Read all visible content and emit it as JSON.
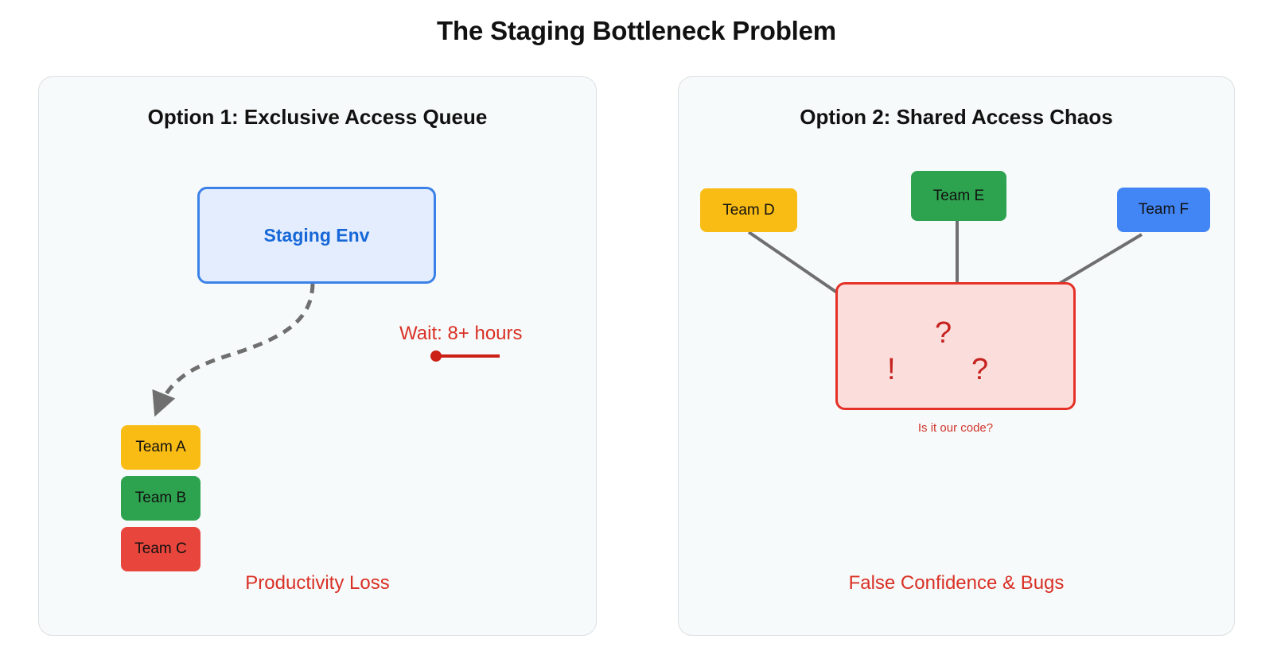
{
  "title": "The Staging Bottleneck Problem",
  "colors": {
    "panel_bg": "#f7fafa",
    "panel_border": "#dcdfe2",
    "staging_fill": "#e4edfd",
    "staging_border": "#3b82e8",
    "staging_text": "#1668d8",
    "yellow": "#f9bc15",
    "green": "#2ea34f",
    "red": "#e8453c",
    "blue": "#4285f4",
    "chaos_fill": "#fbdedc",
    "chaos_border": "#e53127",
    "warn_text": "#d93025",
    "arrow_gray": "#6f6f6f"
  },
  "panels": [
    {
      "id": "option-1",
      "title": "Option 1: Exclusive Access Queue",
      "staging": {
        "label": "Staging Env"
      },
      "teams": [
        {
          "label": "Team A",
          "color": "#f9bc15"
        },
        {
          "label": "Team B",
          "color": "#2ea34f"
        },
        {
          "label": "Team C",
          "color": "#e8453c"
        }
      ],
      "wait_label": "Wait: 8+ hours",
      "footer": "Productivity Loss"
    },
    {
      "id": "option-2",
      "title": "Option 2: Shared Access Chaos",
      "teams": [
        {
          "label": "Team D",
          "color": "#f9bc15"
        },
        {
          "label": "Team E",
          "color": "#2ea34f"
        },
        {
          "label": "Team F",
          "color": "#4285f4"
        }
      ],
      "chaos": {
        "symbols": [
          "?",
          "!",
          "?"
        ],
        "caption": "Is it our code?"
      },
      "footer": "False Confidence & Bugs"
    }
  ]
}
